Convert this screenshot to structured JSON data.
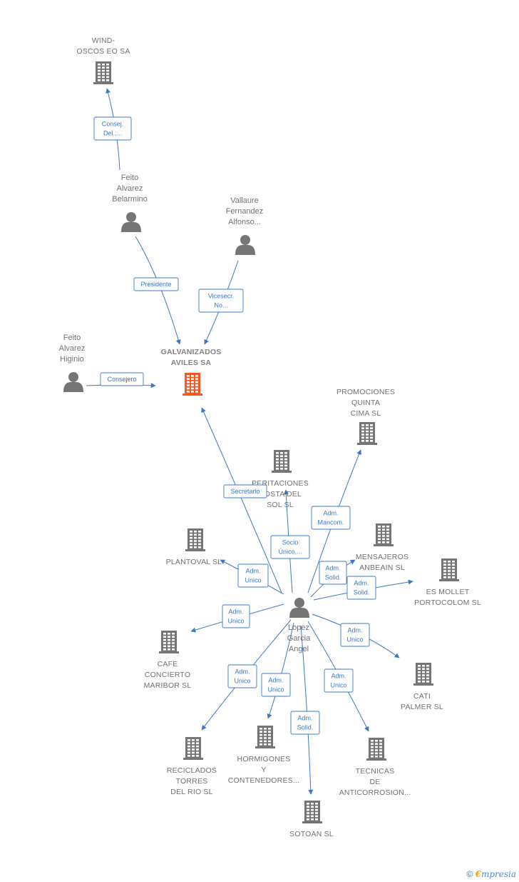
{
  "colors": {
    "edge": "#3b78c4",
    "node": "#757575",
    "focus": "#f05a24"
  },
  "nodes": [
    {
      "id": "galvanizados",
      "type": "company",
      "focus": true,
      "label": [
        "GALVANIZADOS",
        "AVILES SA"
      ]
    },
    {
      "id": "windoscos",
      "type": "company",
      "label": [
        "WIND-",
        "OSCOS EO SA"
      ]
    },
    {
      "id": "feito_belarmino",
      "type": "person",
      "label": [
        "Feito",
        "Alvarez",
        "Belarmino"
      ]
    },
    {
      "id": "vallaure",
      "type": "person",
      "label": [
        "Vallaure",
        "Fernandez",
        "Alfonso..."
      ]
    },
    {
      "id": "feito_higinio",
      "type": "person",
      "label": [
        "Feito",
        "Alvarez",
        "Higinio"
      ]
    },
    {
      "id": "lopez",
      "type": "person",
      "label": [
        "Lopez",
        "Garcia",
        "Angel"
      ]
    },
    {
      "id": "promociones",
      "type": "company",
      "label": [
        "PROMOCIONES",
        "QUINTA",
        "CIMA SL"
      ]
    },
    {
      "id": "peritaciones",
      "type": "company",
      "label": [
        "PERITACIONES",
        "COSTA DEL",
        "SOL SL"
      ]
    },
    {
      "id": "plantoval",
      "type": "company",
      "label": [
        "PLANTOVAL SL"
      ]
    },
    {
      "id": "mensajeros",
      "type": "company",
      "label": [
        "MENSAJEROS",
        "ANBEAIN SL"
      ]
    },
    {
      "id": "esmollet",
      "type": "company",
      "label": [
        "ES MOLLET",
        "PORTOCOLOM SL"
      ]
    },
    {
      "id": "cafe",
      "type": "company",
      "label": [
        "CAFE",
        "CONCIERTO",
        "MARIBOR SL"
      ]
    },
    {
      "id": "cati",
      "type": "company",
      "label": [
        "CATI",
        "PALMER SL"
      ]
    },
    {
      "id": "reciclados",
      "type": "company",
      "label": [
        "RECICLADOS",
        "TORRES",
        "DEL RIO SL"
      ]
    },
    {
      "id": "hormigones",
      "type": "company",
      "label": [
        "HORMIGONES",
        "Y",
        "CONTENEDORES..."
      ]
    },
    {
      "id": "tecnicas",
      "type": "company",
      "label": [
        "TECNICAS",
        "DE",
        "ANTICORROSION..."
      ]
    },
    {
      "id": "sotoan",
      "type": "company",
      "label": [
        "SOTOAN SL"
      ]
    }
  ],
  "edges": [
    {
      "from": "feito_belarmino",
      "to": "windoscos",
      "label": [
        "Consej.",
        "Del.,..."
      ]
    },
    {
      "from": "feito_belarmino",
      "to": "galvanizados",
      "label": [
        "Presidente"
      ]
    },
    {
      "from": "vallaure",
      "to": "galvanizados",
      "label": [
        "Vicesecr.",
        "No..."
      ]
    },
    {
      "from": "feito_higinio",
      "to": "galvanizados",
      "label": [
        "Consejero"
      ]
    },
    {
      "from": "lopez",
      "to": "galvanizados",
      "label": [
        "Secretario"
      ]
    },
    {
      "from": "lopez",
      "to": "peritaciones",
      "label": [
        "Socio",
        "Único,..."
      ]
    },
    {
      "from": "lopez",
      "to": "promociones",
      "label": [
        "Adm.",
        "Mancom."
      ]
    },
    {
      "from": "lopez",
      "to": "plantoval",
      "label": [
        "Adm.",
        "Unico"
      ]
    },
    {
      "from": "lopez",
      "to": "mensajeros",
      "label": [
        "Adm.",
        "Solid."
      ]
    },
    {
      "from": "lopez",
      "to": "esmollet",
      "label": [
        "Adm.",
        "Solid."
      ]
    },
    {
      "from": "lopez",
      "to": "cafe",
      "label": [
        "Adm.",
        "Unico"
      ]
    },
    {
      "from": "lopez",
      "to": "cati",
      "label": [
        "Adm.",
        "Unico"
      ]
    },
    {
      "from": "lopez",
      "to": "reciclados",
      "label": [
        "Adm.",
        "Unico"
      ]
    },
    {
      "from": "lopez",
      "to": "hormigones",
      "label": [
        "Adm.",
        "Unico"
      ]
    },
    {
      "from": "lopez",
      "to": "sotoan",
      "label": [
        "Adm.",
        "Solid."
      ]
    },
    {
      "from": "lopez",
      "to": "tecnicas",
      "label": [
        "Adm.",
        "Unico"
      ]
    }
  ],
  "footer": {
    "copyright_symbol": "©",
    "brand_initial": "€",
    "brand_rest": "mpresia"
  }
}
